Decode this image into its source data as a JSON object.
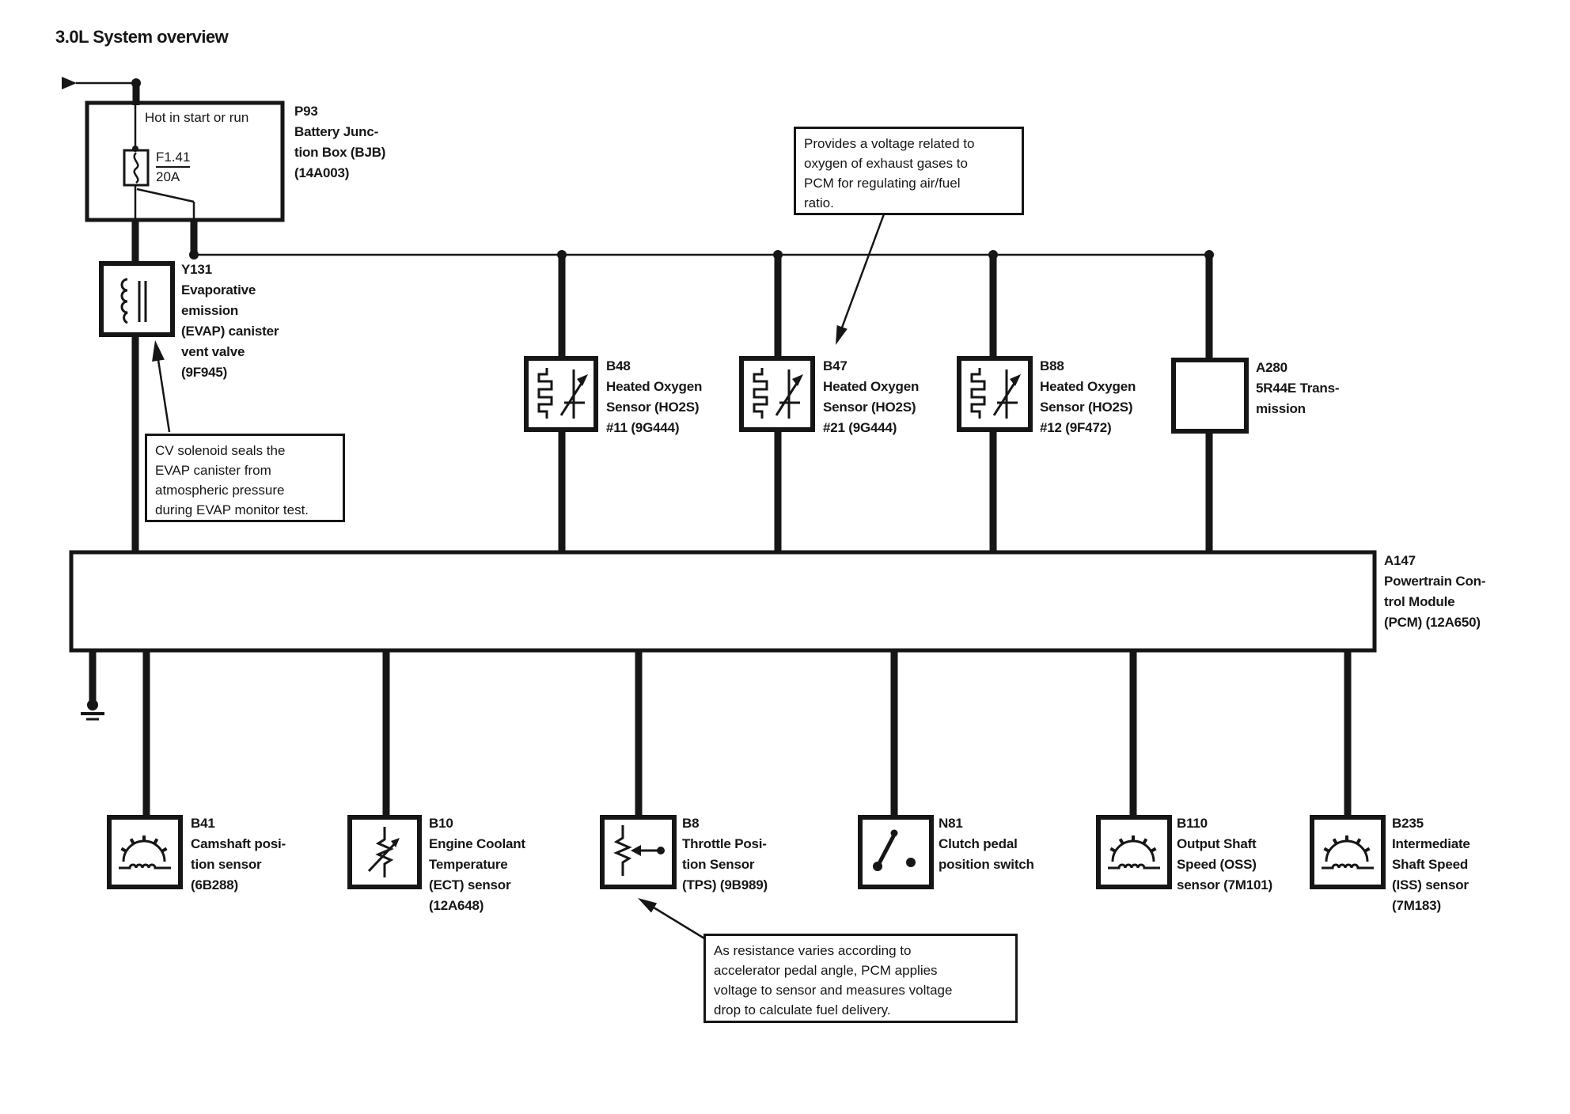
{
  "title": "3.0L System overview",
  "colors": {
    "ink": "#161616",
    "paper": "#ffffff"
  },
  "bjb": {
    "note": "Hot in start or run",
    "fuse_name": "F1.41",
    "fuse_rating": "20A"
  },
  "labels": {
    "p93": [
      "P93",
      "Battery Junc-",
      "tion Box (BJB)",
      "(14A003)"
    ],
    "y131": [
      "Y131",
      "Evaporative",
      "emission",
      "(EVAP) canister",
      "vent valve",
      "(9F945)"
    ],
    "b48": [
      "B48",
      "Heated Oxygen",
      "Sensor (HO2S)",
      "#11 (9G444)"
    ],
    "b47": [
      "B47",
      "Heated Oxygen",
      "Sensor (HO2S)",
      "#21 (9G444)"
    ],
    "b88": [
      "B88",
      "Heated Oxygen",
      "Sensor (HO2S)",
      "#12 (9F472)"
    ],
    "a280": [
      "A280",
      "5R44E Trans-",
      "mission"
    ],
    "a147": [
      "A147",
      "Powertrain Con-",
      "trol Module",
      "(PCM) (12A650)"
    ],
    "b41": [
      "B41",
      "Camshaft posi-",
      "tion sensor",
      "(6B288)"
    ],
    "b10": [
      "B10",
      "Engine Coolant",
      "Temperature",
      "(ECT) sensor",
      "(12A648)"
    ],
    "b8": [
      "B8",
      "Throttle Posi-",
      "tion Sensor",
      "(TPS) (9B989)"
    ],
    "n81": [
      "N81",
      "Clutch pedal",
      "position switch"
    ],
    "b110": [
      "B110",
      "Output Shaft",
      "Speed (OSS)",
      "sensor (7M101)"
    ],
    "b235": [
      "B235",
      "Intermediate",
      "Shaft Speed",
      "(ISS) sensor",
      "(7M183)"
    ]
  },
  "callouts": {
    "o2": [
      "Provides a voltage related to",
      "oxygen of exhaust gases to",
      "PCM for regulating air/fuel",
      "ratio."
    ],
    "cv": [
      "CV solenoid seals the",
      "EVAP canister from",
      "atmospheric pressure",
      "during EVAP monitor test."
    ],
    "tps": [
      "As resistance varies according to",
      "accelerator pedal angle, PCM applies",
      "voltage to sensor and measures voltage",
      "drop to calculate fuel delivery."
    ]
  },
  "symbols": {
    "fuse": "fuse-symbol",
    "evap_valve": "solenoid-valve-symbol",
    "ho2s": "heated-oxygen-sensor-symbol",
    "speed_sensor": "gear-pickup-symbol",
    "thermistor": "variable-resistor-symbol",
    "potentiometer": "potentiometer-symbol",
    "switch": "switch-contact-symbol",
    "ground": "ground-symbol",
    "continuation": "continuation-arrow"
  }
}
